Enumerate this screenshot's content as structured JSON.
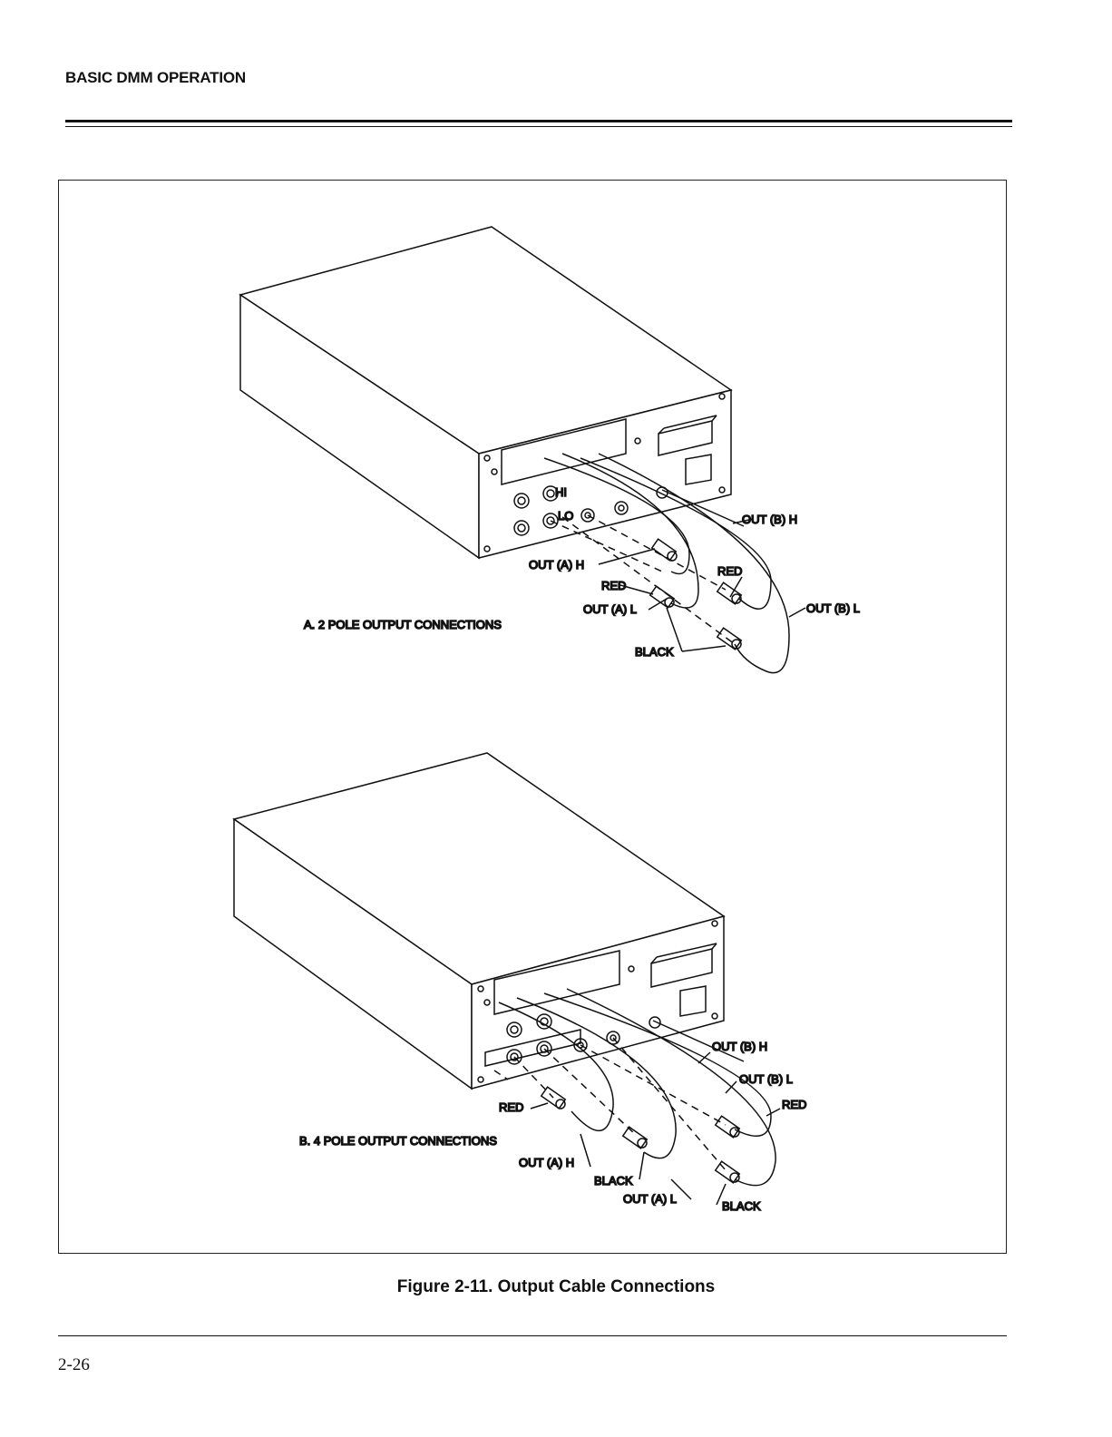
{
  "header": {
    "title": "BASIC DMM OPERATION"
  },
  "figure": {
    "panel_a": {
      "caption": "A. 2 POLE OUTPUT CONNECTIONS",
      "labels": {
        "hi": "HI",
        "lo": "LO",
        "out_b_h": "OUT (B) H",
        "out_a_h": "OUT (A) H",
        "red_a": "RED",
        "red_b": "RED",
        "out_a_l": "OUT (A) L",
        "out_b_l": "OUT (B) L",
        "black": "BLACK"
      }
    },
    "panel_b": {
      "caption": "B. 4 POLE OUTPUT CONNECTIONS",
      "labels": {
        "out_b_h": "OUT (B) H",
        "out_b_l": "OUT (B) L",
        "red_right": "RED",
        "red_left": "RED",
        "out_a_h": "OUT (A) H",
        "black_mid": "BLACK",
        "out_a_l": "OUT (A) L",
        "black_right": "BLACK"
      }
    },
    "caption": "Figure 2-11. Output Cable Connections"
  },
  "footer": {
    "page_number": "2-26"
  }
}
